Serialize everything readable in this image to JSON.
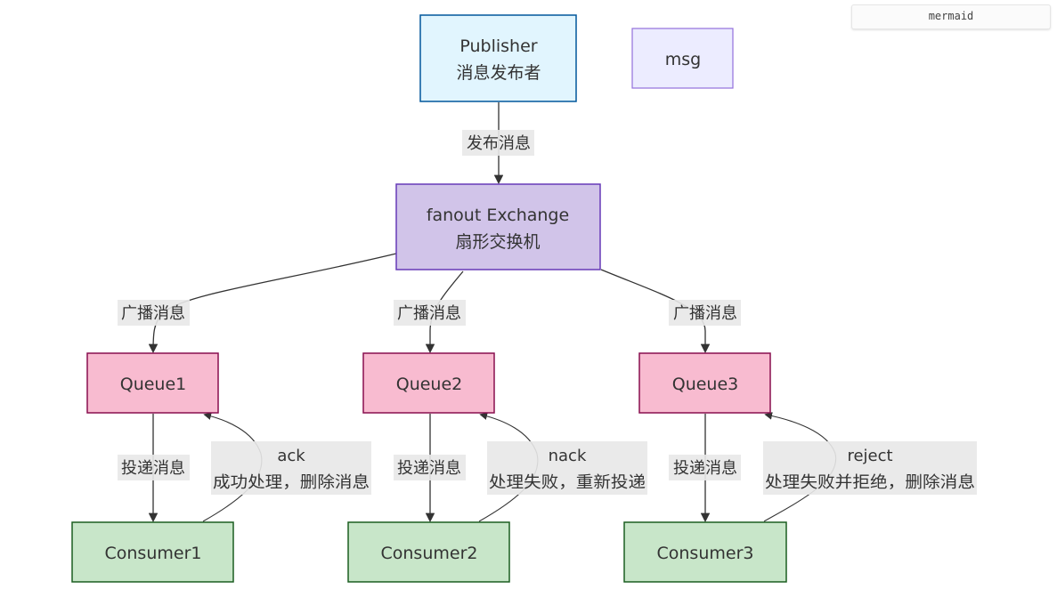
{
  "badge": {
    "label": "mermaid"
  },
  "nodes": {
    "publisher": {
      "line1": "Publisher",
      "line2": "消息发布者"
    },
    "msg": {
      "label": "msg"
    },
    "exchange": {
      "line1": "fanout Exchange",
      "line2": "扇形交换机"
    },
    "queue1": {
      "label": "Queue1"
    },
    "queue2": {
      "label": "Queue2"
    },
    "queue3": {
      "label": "Queue3"
    },
    "consumer1": {
      "label": "Consumer1"
    },
    "consumer2": {
      "label": "Consumer2"
    },
    "consumer3": {
      "label": "Consumer3"
    }
  },
  "edges": {
    "publish": "发布消息",
    "broadcast1": "广播消息",
    "broadcast2": "广播消息",
    "broadcast3": "广播消息",
    "deliver1": "投递消息",
    "deliver2": "投递消息",
    "deliver3": "投递消息",
    "ack": {
      "line1": "ack",
      "line2": "成功处理，删除消息"
    },
    "nack": {
      "line1": "nack",
      "line2": "处理失败，重新投递"
    },
    "reject": {
      "line1": "reject",
      "line2": "处理失败并拒绝，删除消息"
    }
  },
  "colors": {
    "publisher_fill": "#e1f5fe",
    "publisher_stroke": "#01579b",
    "msg_fill": "#ececff",
    "msg_stroke": "#9370db",
    "exchange_fill": "#d1c4e9",
    "exchange_stroke": "#673ab7",
    "queue_fill": "#f8bbd0",
    "queue_stroke": "#880e4f",
    "consumer_fill": "#c8e6c9",
    "consumer_stroke": "#1b5e20",
    "edge": "#333333",
    "edge_label_bg": "#e8e8e8"
  }
}
